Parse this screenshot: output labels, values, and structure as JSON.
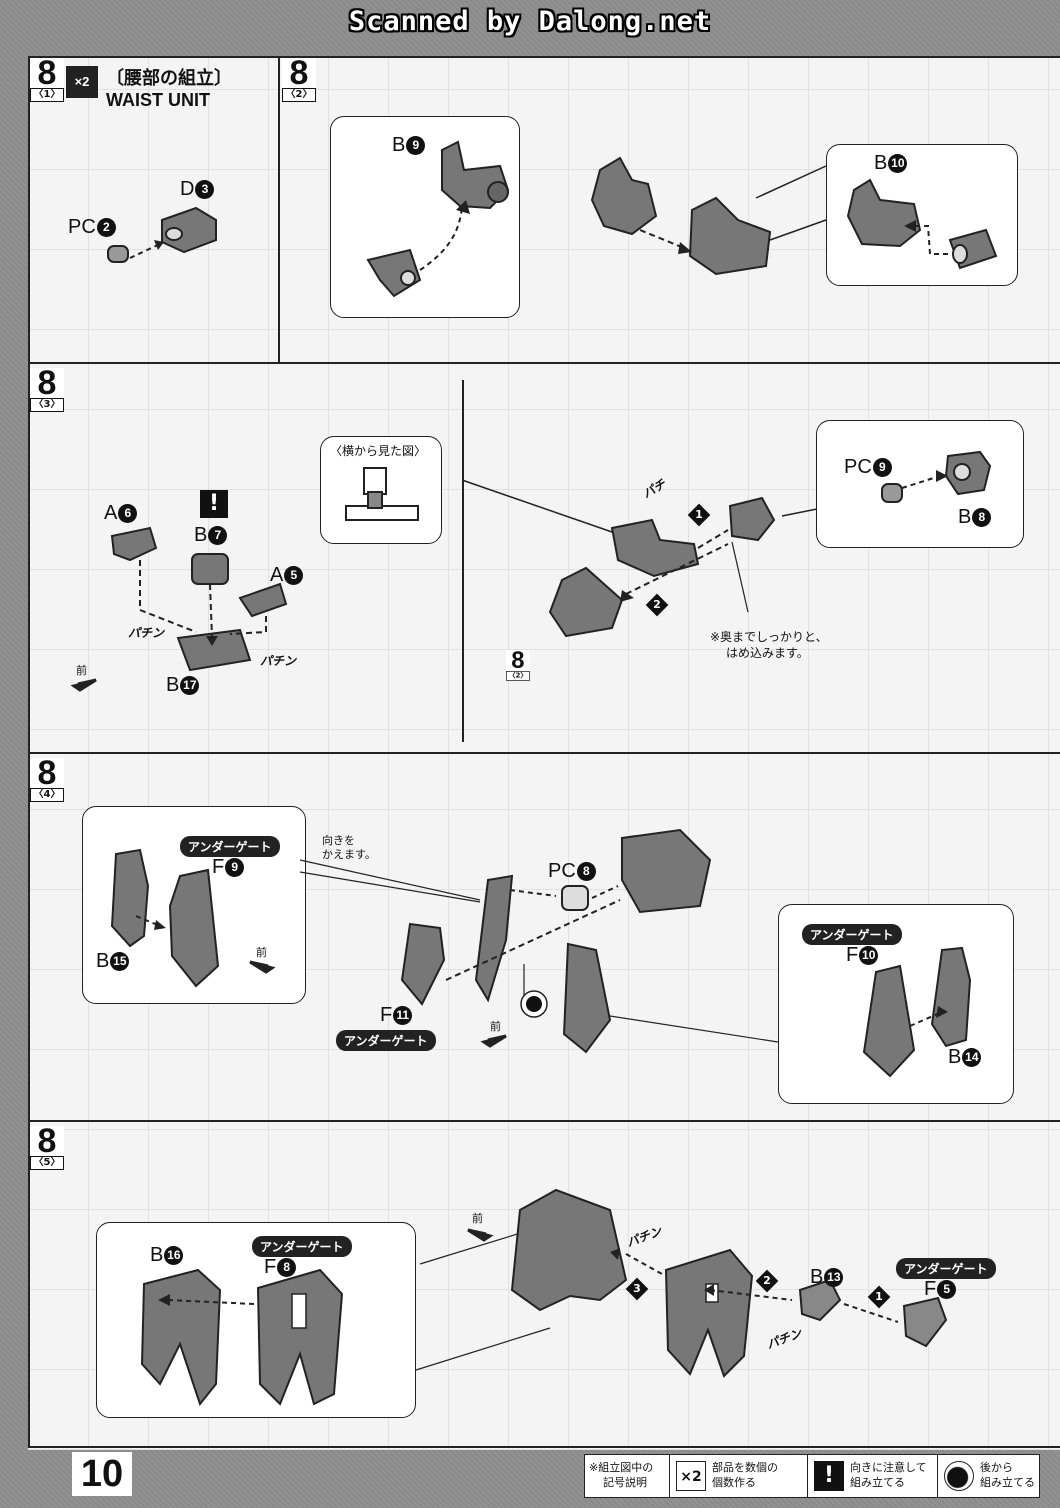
{
  "watermark": "Scanned by Dalong.net",
  "page_number": "10",
  "section1": {
    "step_num": "8",
    "step_sub": "〈1〉",
    "multiplier": "×2",
    "title_jp": "〔腰部の組立〕",
    "title_en": "WAIST UNIT",
    "labels": {
      "d3_letter": "D",
      "d3_num": "3",
      "pc2_letter": "PC",
      "pc2_num": "2"
    }
  },
  "section2": {
    "step_num": "8",
    "step_sub": "〈2〉",
    "labels": {
      "b9_letter": "B",
      "b9_num": "9",
      "b10_letter": "B",
      "b10_num": "10"
    }
  },
  "section3": {
    "step_num": "8",
    "step_sub": "〈3〉",
    "side_view_label": "〈横から見た図〉",
    "warning_icon": "!",
    "labels": {
      "a6_letter": "A",
      "a6_num": "6",
      "b7_letter": "B",
      "b7_num": "7",
      "a5_letter": "A",
      "a5_num": "5",
      "b17_letter": "B",
      "b17_num": "17",
      "pc9_letter": "PC",
      "pc9_num": "9",
      "b8_letter": "B",
      "b8_num": "8"
    },
    "snap1": "パチン",
    "snap2": "パチン",
    "snap3": "パチ",
    "front": "前",
    "ref_step_num": "8",
    "ref_step_sub": "〈2〉",
    "order1": "1",
    "order2": "2",
    "note": "※奥までしっかりと、",
    "note2": "はめ込みます。"
  },
  "section4": {
    "step_num": "8",
    "step_sub": "〈4〉",
    "under_gate1": "アンダーゲート",
    "under_gate2": "アンダーゲート",
    "under_gate3": "アンダーゲート",
    "turn_note1": "向きを",
    "turn_note2": "かえます。",
    "front1": "前",
    "front2": "前",
    "labels": {
      "f9_letter": "F",
      "f9_num": "9",
      "b15_letter": "B",
      "b15_num": "15",
      "pc8_letter": "PC",
      "pc8_num": "8",
      "f11_letter": "F",
      "f11_num": "11",
      "f10_letter": "F",
      "f10_num": "10",
      "b14_letter": "B",
      "b14_num": "14"
    }
  },
  "section5": {
    "step_num": "8",
    "step_sub": "〈5〉",
    "under_gate1": "アンダーゲート",
    "under_gate2": "アンダーゲート",
    "front": "前",
    "snap1": "パチン",
    "snap2": "パチン",
    "order1": "1",
    "order2": "2",
    "order3": "3",
    "labels": {
      "b16_letter": "B",
      "b16_num": "16",
      "f8_letter": "F",
      "f8_num": "8",
      "b13_letter": "B",
      "b13_num": "13",
      "f5_letter": "F",
      "f5_num": "5"
    }
  },
  "legend": {
    "heading1": "※組立図中の",
    "heading2": "記号説明",
    "x2_icon": "×2",
    "x2_text1": "部品を数個の",
    "x2_text2": "個数作る",
    "warn_icon": "!",
    "warn_text1": "向きに注意して",
    "warn_text2": "組み立てる",
    "back_text1": "後から",
    "back_text2": "組み立てる"
  },
  "colors": {
    "background": "#8e8e8e",
    "sheet": "#f4f4f4",
    "part": "#6f6f6f",
    "ink": "#111111"
  }
}
